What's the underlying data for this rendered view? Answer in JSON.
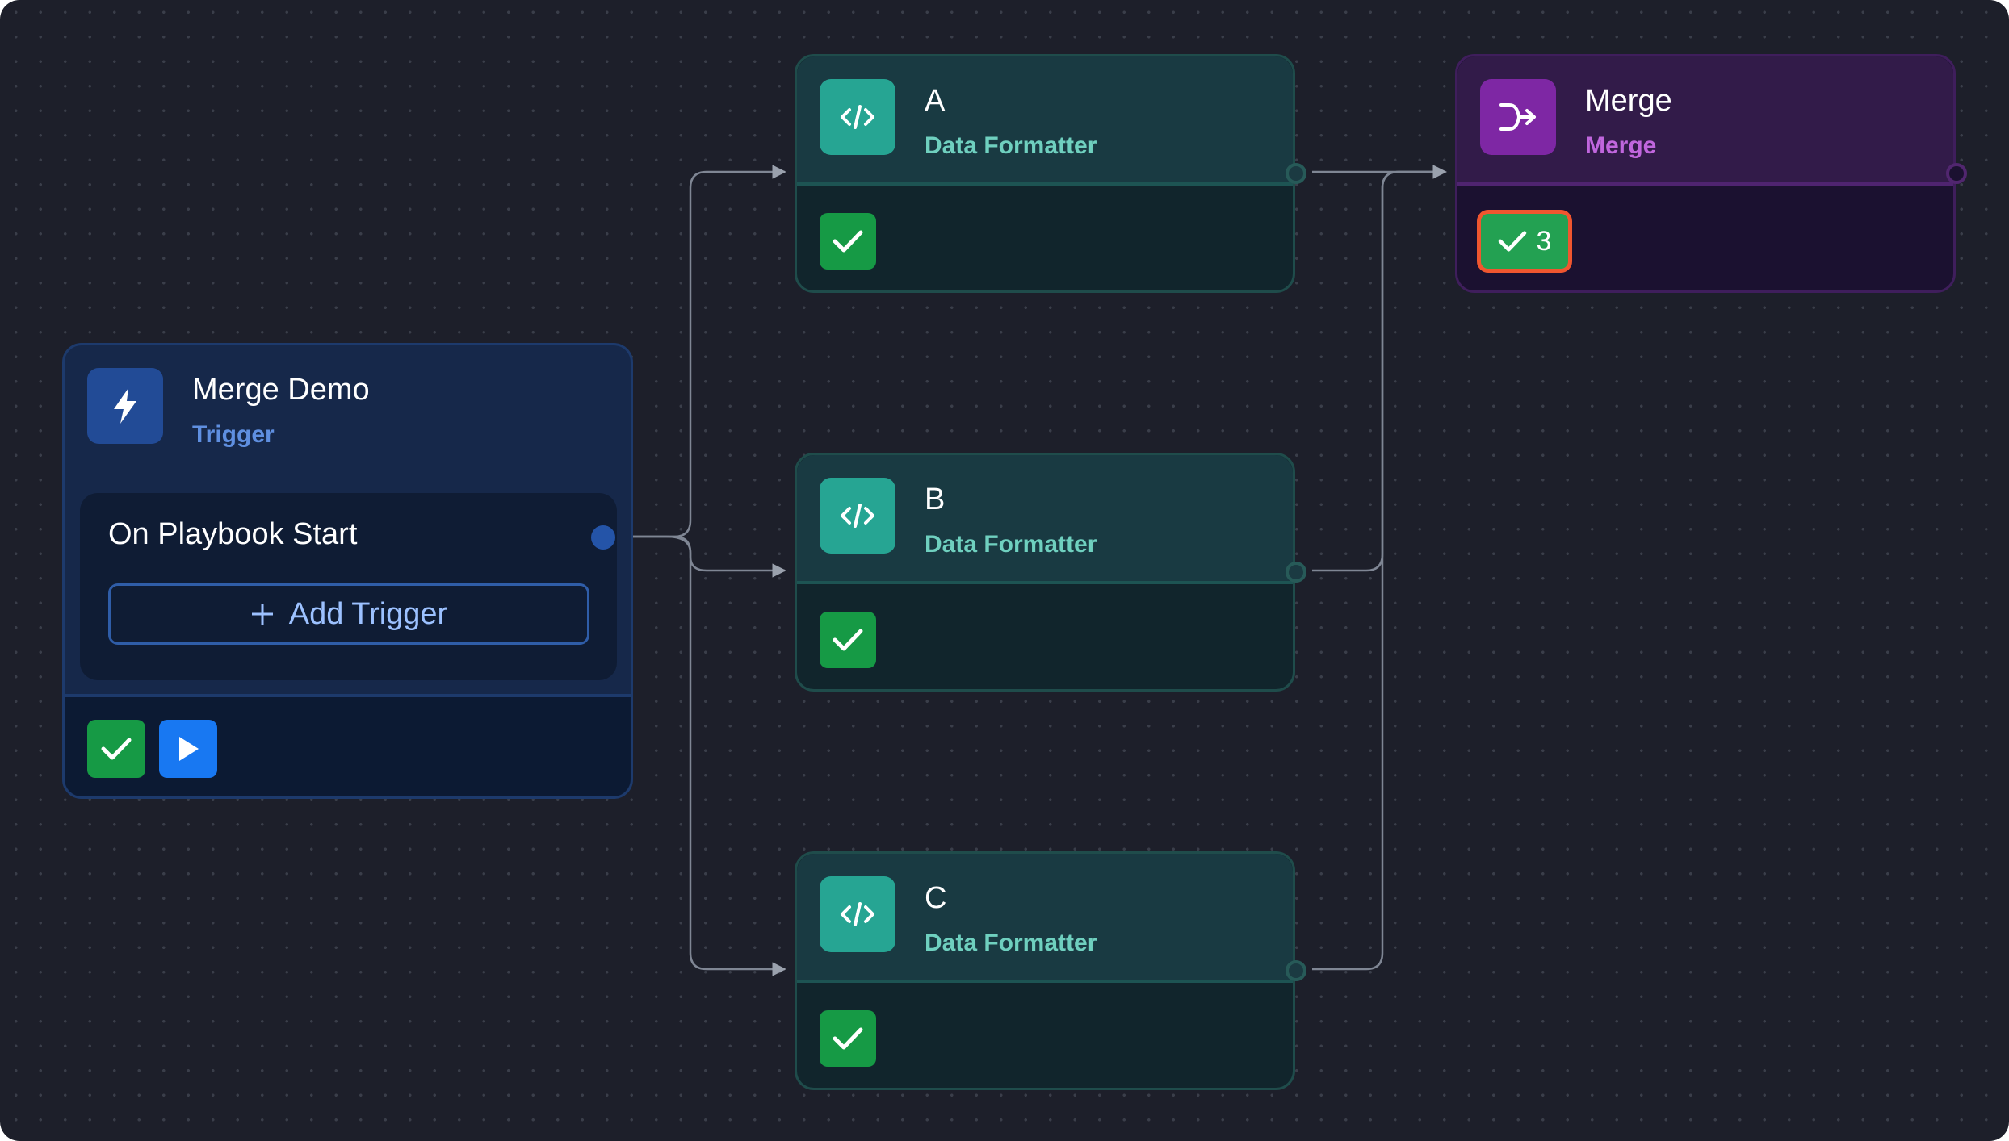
{
  "trigger": {
    "title": "Merge Demo",
    "subtitle": "Trigger",
    "event_label": "On Playbook Start",
    "add_trigger_label": "Add Trigger",
    "status": "success",
    "icon": "lightning-icon"
  },
  "formatters": [
    {
      "title": "A",
      "subtitle": "Data Formatter",
      "status": "success",
      "icon": "code-icon"
    },
    {
      "title": "B",
      "subtitle": "Data Formatter",
      "status": "success",
      "icon": "code-icon"
    },
    {
      "title": "C",
      "subtitle": "Data Formatter",
      "status": "success",
      "icon": "code-icon"
    }
  ],
  "merge": {
    "title": "Merge",
    "subtitle": "Merge",
    "count": "3",
    "status": "success",
    "icon": "merge-icon"
  },
  "colors": {
    "canvas_bg": "#1d1f2a",
    "trigger_accent": "#1d3a6c",
    "formatter_accent": "#26a593",
    "merge_accent": "#7e27a4",
    "success": "#169a45",
    "highlight": "#f0562f",
    "run": "#1878f2"
  },
  "edges": [
    {
      "from": "trigger",
      "to": "A"
    },
    {
      "from": "trigger",
      "to": "B"
    },
    {
      "from": "trigger",
      "to": "C"
    },
    {
      "from": "A",
      "to": "merge"
    },
    {
      "from": "B",
      "to": "merge"
    },
    {
      "from": "C",
      "to": "merge"
    }
  ]
}
